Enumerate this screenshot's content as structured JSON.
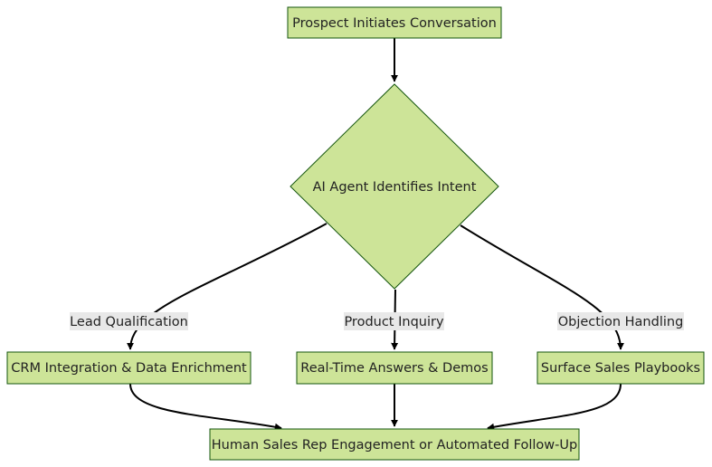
{
  "colors": {
    "node_fill": "#cde498",
    "node_stroke": "#13540c",
    "edge": "#000000",
    "label_bg": "#e8e8e8"
  },
  "nodes": {
    "start": "Prospect Initiates Conversation",
    "intent": "AI Agent Identifies Intent",
    "crm": "CRM Integration & Data Enrichment",
    "answers": "Real-Time Answers & Demos",
    "playbooks": "Surface Sales Playbooks",
    "followup": "Human Sales Rep Engagement or Automated Follow-Up"
  },
  "edge_labels": {
    "lead": "Lead Qualification",
    "product": "Product Inquiry",
    "objection": "Objection Handling"
  }
}
